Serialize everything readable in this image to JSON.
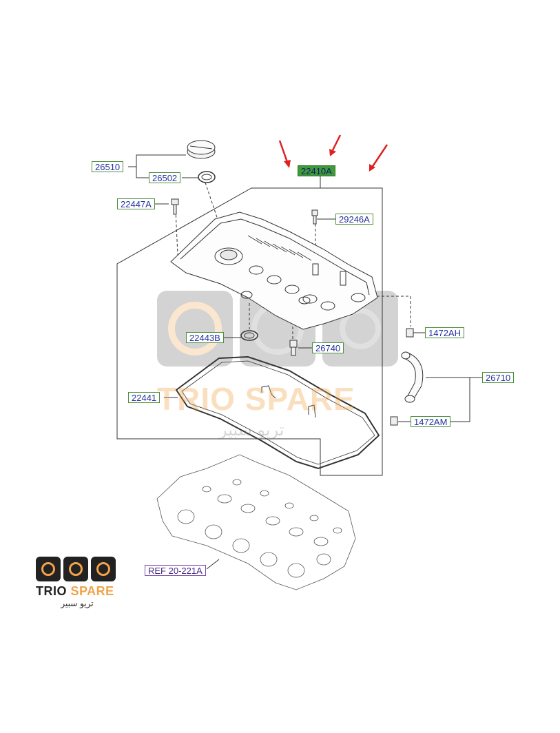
{
  "labels": {
    "l26510": "26510",
    "l26502": "26502",
    "l22447A": "22447A",
    "l22410A": "22410A",
    "l29246A": "29246A",
    "l22443B": "22443B",
    "l26740": "26740",
    "l1472AH": "1472AH",
    "l26710": "26710",
    "l22441": "22441",
    "l1472AM": "1472AM",
    "ref": "REF 20-221A"
  },
  "watermark": {
    "text_main": "TRIO SPARE",
    "text_sub": "تريو سبير"
  },
  "brand": {
    "name_part1": "TRIO ",
    "name_part2": "SPARE",
    "sub": "تريو سبير"
  },
  "colors": {
    "label_border": "#4b8f3a",
    "label_text": "#2630a0",
    "highlight_fill": "#3f9a3a",
    "arrow_red": "#e02020",
    "brand_orange": "#f2a248"
  }
}
